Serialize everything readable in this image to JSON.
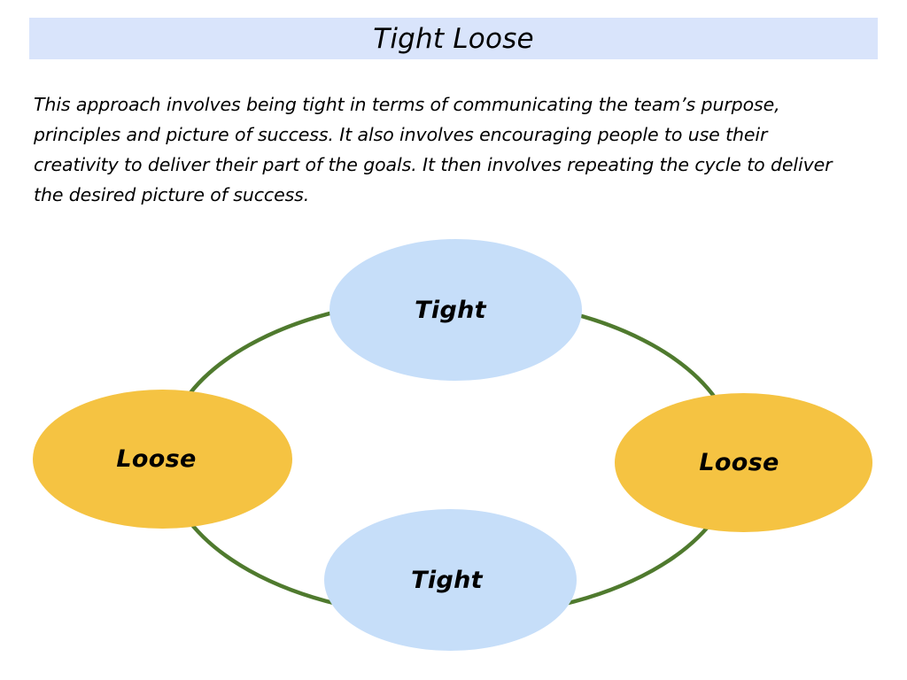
{
  "slide": {
    "title": "Tight Loose",
    "body_text": "This approach involves being tight in terms of communicating the team’s purpose, principles and picture of success. It also involves encouraging people to use their creativity to deliver their part of the goals. It then involves repeating the cycle to deliver the desired picture of success."
  },
  "colors": {
    "banner_background": "#D9E4FB",
    "tight_fill": "#C6DEF9",
    "loose_fill": "#F5C342",
    "ring_stroke": "#4F7A2E",
    "text": "#000000",
    "page_background": "#FFFFFF"
  },
  "diagram": {
    "type": "cycle",
    "ring_label": "connecting-cycle-ring",
    "nodes": [
      {
        "id": "tight-top",
        "label": "Tight",
        "position": "top"
      },
      {
        "id": "loose-right",
        "label": "Loose",
        "position": "right"
      },
      {
        "id": "tight-bottom",
        "label": "Tight",
        "position": "bottom"
      },
      {
        "id": "loose-left",
        "label": "Loose",
        "position": "left"
      }
    ]
  }
}
